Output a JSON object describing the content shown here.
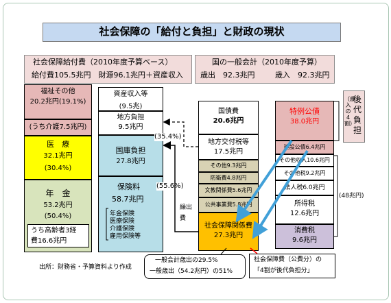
{
  "title": "社会保障の「給付と負担」と財政の現状",
  "header_left": {
    "line1": "社会保障給付費（2010年度予算ベース）",
    "line2": "給付費105.5兆円　財源96.1兆円＋資産収入"
  },
  "header_right": {
    "line1": "国の一般会計（2010年度予算）",
    "line2a": "歳出　92.3兆円",
    "line2b": "歳入　92.3兆円"
  },
  "benefits": {
    "welfare_label": "福祉その他",
    "welfare_value": "20.2兆円(19.1%)",
    "care_label": "(うち介護7.5兆円)",
    "medical_label": "医　療",
    "medical_value": "32.1兆円",
    "medical_pct": "(30.4%)",
    "pension_label": "年　金",
    "pension_value": "53.2兆円",
    "pension_pct": "(50.4%)",
    "elderly_note_1": "うち高齢者3経",
    "elderly_note_2": "費16.6兆円"
  },
  "funding": {
    "assets_label": "資産収入等",
    "assets_value": "(9.5兆)",
    "local_label": "地方負担",
    "local_value": "9.5兆円",
    "national_label": "国庫負担",
    "national_value": "27.8兆円",
    "national_pct": "(35.4%)",
    "insurance_label": "保険料",
    "insurance_pct": "(55.6%)",
    "insurance_value": "58.7兆円",
    "insurance_types": [
      "年金保険",
      "医療保険",
      "介護保険",
      "雇用保険等"
    ]
  },
  "expenditure": {
    "debt_label": "国債費",
    "debt_value": "20.6兆円",
    "local_tax_label": "地方交付税等",
    "local_tax_value": "17.5兆円",
    "other": "その他9.3兆円",
    "defense": "防衛費4.8兆円",
    "education": "文教関係費5.6兆円",
    "public_works": "公共事業費5.8兆円",
    "social_label": "社会保障関係費",
    "social_value": "27.3兆円",
    "side_label": "繰出費"
  },
  "revenue": {
    "special_bond_label": "特例公債",
    "special_bond_value": "38.0兆円",
    "construction_bond": "建設公債6.4兆円",
    "other_income": "その他収入10.6兆円",
    "other_tax": "その他税9.2兆円",
    "corporate_tax": "法人税6.0兆円",
    "income_tax_label": "所得税",
    "income_tax_value": "12.6兆円",
    "consumption_tax_label": "消費税",
    "consumption_tax_value": "9.6兆円",
    "tax_total": "(48兆円)",
    "future_label": "後代負担",
    "future_sub": "（歳入の4割）"
  },
  "notes": {
    "source": "出所：財務省・予算資料より作成",
    "ratio_1": "一般会計歳出の29.5%",
    "ratio_2": "一般歳出（54.2兆円）の51%",
    "share_1": "社会保障費（公費分）の",
    "share_2": "「4割が後代負担分」"
  },
  "colors": {
    "pink": "#e6b8b7",
    "yellow": "#ffff00",
    "green": "#d8e4bc",
    "blue": "#b7dee8",
    "tan": "#d8d2b4",
    "orange": "#ffc000",
    "red": "#ff0000",
    "arrow": "#41a0d8"
  }
}
